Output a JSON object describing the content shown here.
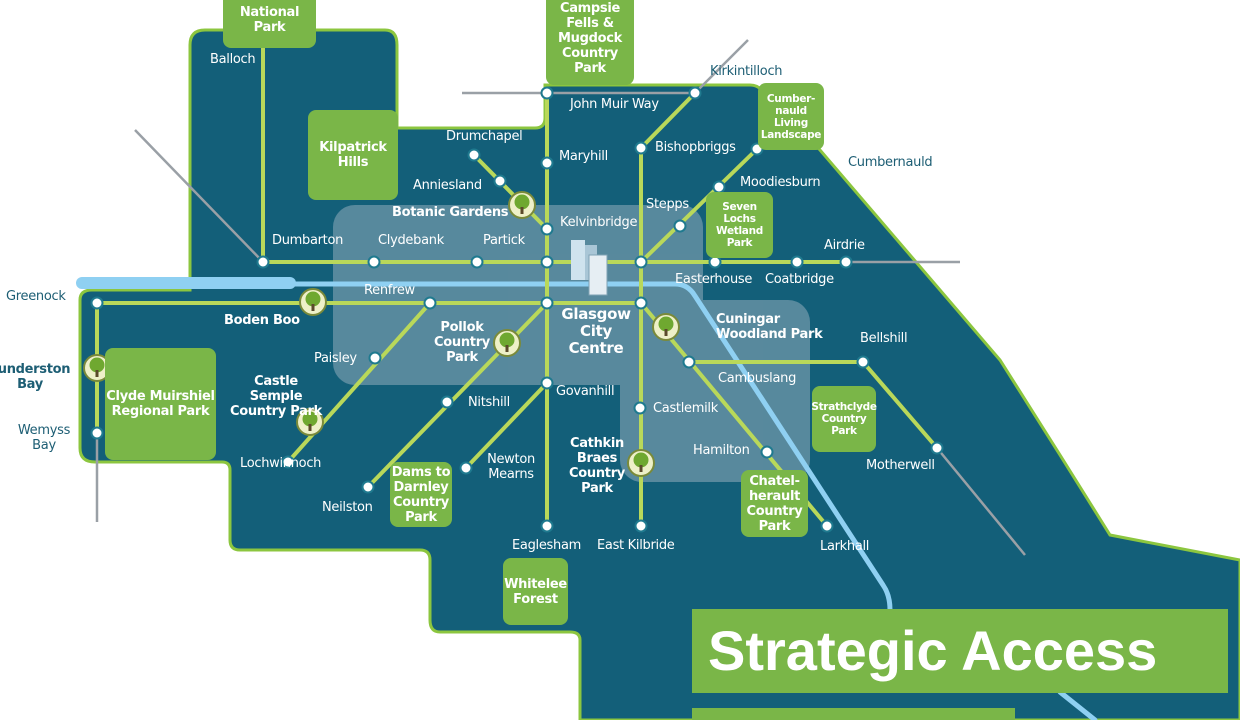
{
  "title": "Strategic Access",
  "colors": {
    "region": "#135f79",
    "urban": "#4f7f95",
    "green": "#7ab648",
    "route": "#b9d85a",
    "river": "#8fd0f2",
    "grey": "#9aa0a6"
  },
  "stations": {
    "balloch": "Balloch",
    "dumbarton": "Dumbarton",
    "clydebank": "Clydebank",
    "partick": "Partick",
    "drumchapel": "Drumchapel",
    "anniesland": "Anniesland",
    "maryhill": "Maryhill",
    "kelvinbridge": "Kelvinbridge",
    "john_muir_way": "John Muir Way",
    "kirkintilloch": "Kirkintilloch",
    "bishopbriggs": "Bishopbriggs",
    "cumbernauld": "Cumbernauld",
    "moodiesburn": "Moodiesburn",
    "stepps": "Stepps",
    "airdrie": "Airdrie",
    "easterhouse": "Easterhouse",
    "coatbridge": "Coatbridge",
    "greenock": "Greenock",
    "renfrew": "Renfrew",
    "lunderston_bay": "Lunderston\nBay",
    "wemyss_bay": "Wemyss\nBay",
    "paisley": "Paisley",
    "lochwinnoch": "Lochwinnoch",
    "nitshill": "Nitshill",
    "neilston": "Neilston",
    "govanhill": "Govanhill",
    "newton_mearns": "Newton\nMearns",
    "eaglesham": "Eaglesham",
    "castlemilk": "Castlemilk",
    "east_kilbride": "East Kilbride",
    "cambuslang": "Cambuslang",
    "hamilton": "Hamilton",
    "larkhall": "Larkhall",
    "bellshill": "Bellshill",
    "motherwell": "Motherwell"
  },
  "centre": "Glasgow\nCity\nCentre",
  "parks_boxed": {
    "national_park": "National Park",
    "campsie": "Campsie\nFells &\nMugdock\nCountry\nPark",
    "kilpatrick": "Kilpatrick\nHills",
    "cumbernauld_living": "Cumber-\nnauld\nLiving\nLandscape",
    "seven_lochs": "Seven\nLochs\nWetland\nPark",
    "clyde_muirshiel": "Clyde Muirshiel\nRegional Park",
    "dams_darnley": "Dams to\nDarnley\nCountry\nPark",
    "whitelee": "Whitelee\nForest",
    "chatelherault": "Chatel-\nherault\nCountry\nPark",
    "strathclyde": "Strathclyde\nCountry\nPark"
  },
  "parks_tree": {
    "botanic": "Botanic Gardens",
    "boden_boo": "Boden Boo",
    "pollok": "Pollok\nCountry\nPark",
    "castle_semple": "Castle Semple\nCountry Park",
    "cathkin": "Cathkin\nBraes\nCountry\nPark",
    "cuningar": "Cuningar\nWoodland Park"
  }
}
